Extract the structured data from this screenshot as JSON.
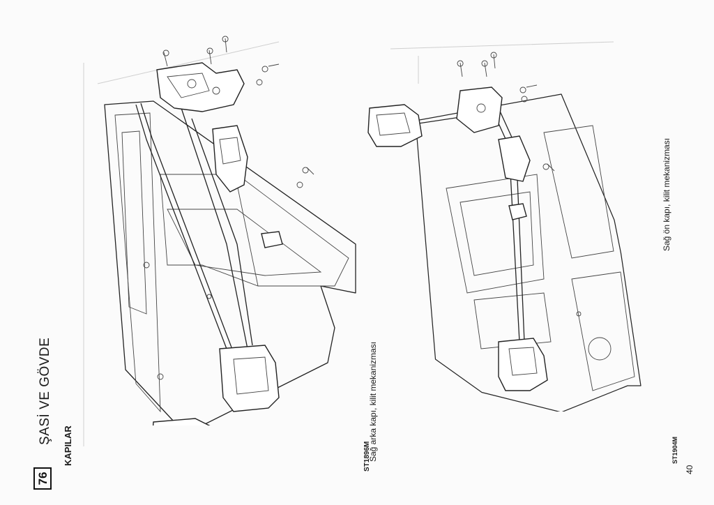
{
  "header": {
    "section_number": "76",
    "section_title": "ŞASİ VE GÖVDE",
    "subsection": "KAPILAR"
  },
  "figures": [
    {
      "code": "ST1896M",
      "caption": "Sağ arka kapı, kilit mekanizması"
    },
    {
      "code": "ST1904M",
      "caption": "Sağ ön kapı, kilit mekanizması"
    }
  ],
  "footer": {
    "page_number": "40"
  }
}
